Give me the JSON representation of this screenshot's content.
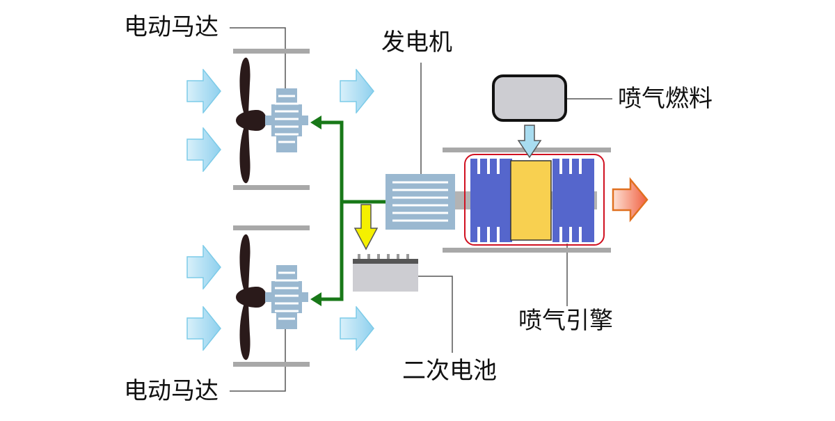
{
  "labels": {
    "motor_top": "电动马达",
    "motor_bottom": "电动马达",
    "generator": "发电机",
    "jet_fuel": "喷气燃料",
    "jet_engine": "喷气引擎",
    "battery": "二次电池"
  },
  "colors": {
    "intake_arrow": "#a8dcf0",
    "power_line": "#187818",
    "charge_arrow": "#f5f000",
    "fuel_arrow": "#a8dcf0",
    "exhaust_arrow": "#f08050",
    "engine_outline": "#d01020",
    "turbine": "#5566cc",
    "combustor": "#f8d050",
    "motor": "#9ab8d0",
    "propeller": "#2a1a1a",
    "rail": "#a0a0a0"
  }
}
